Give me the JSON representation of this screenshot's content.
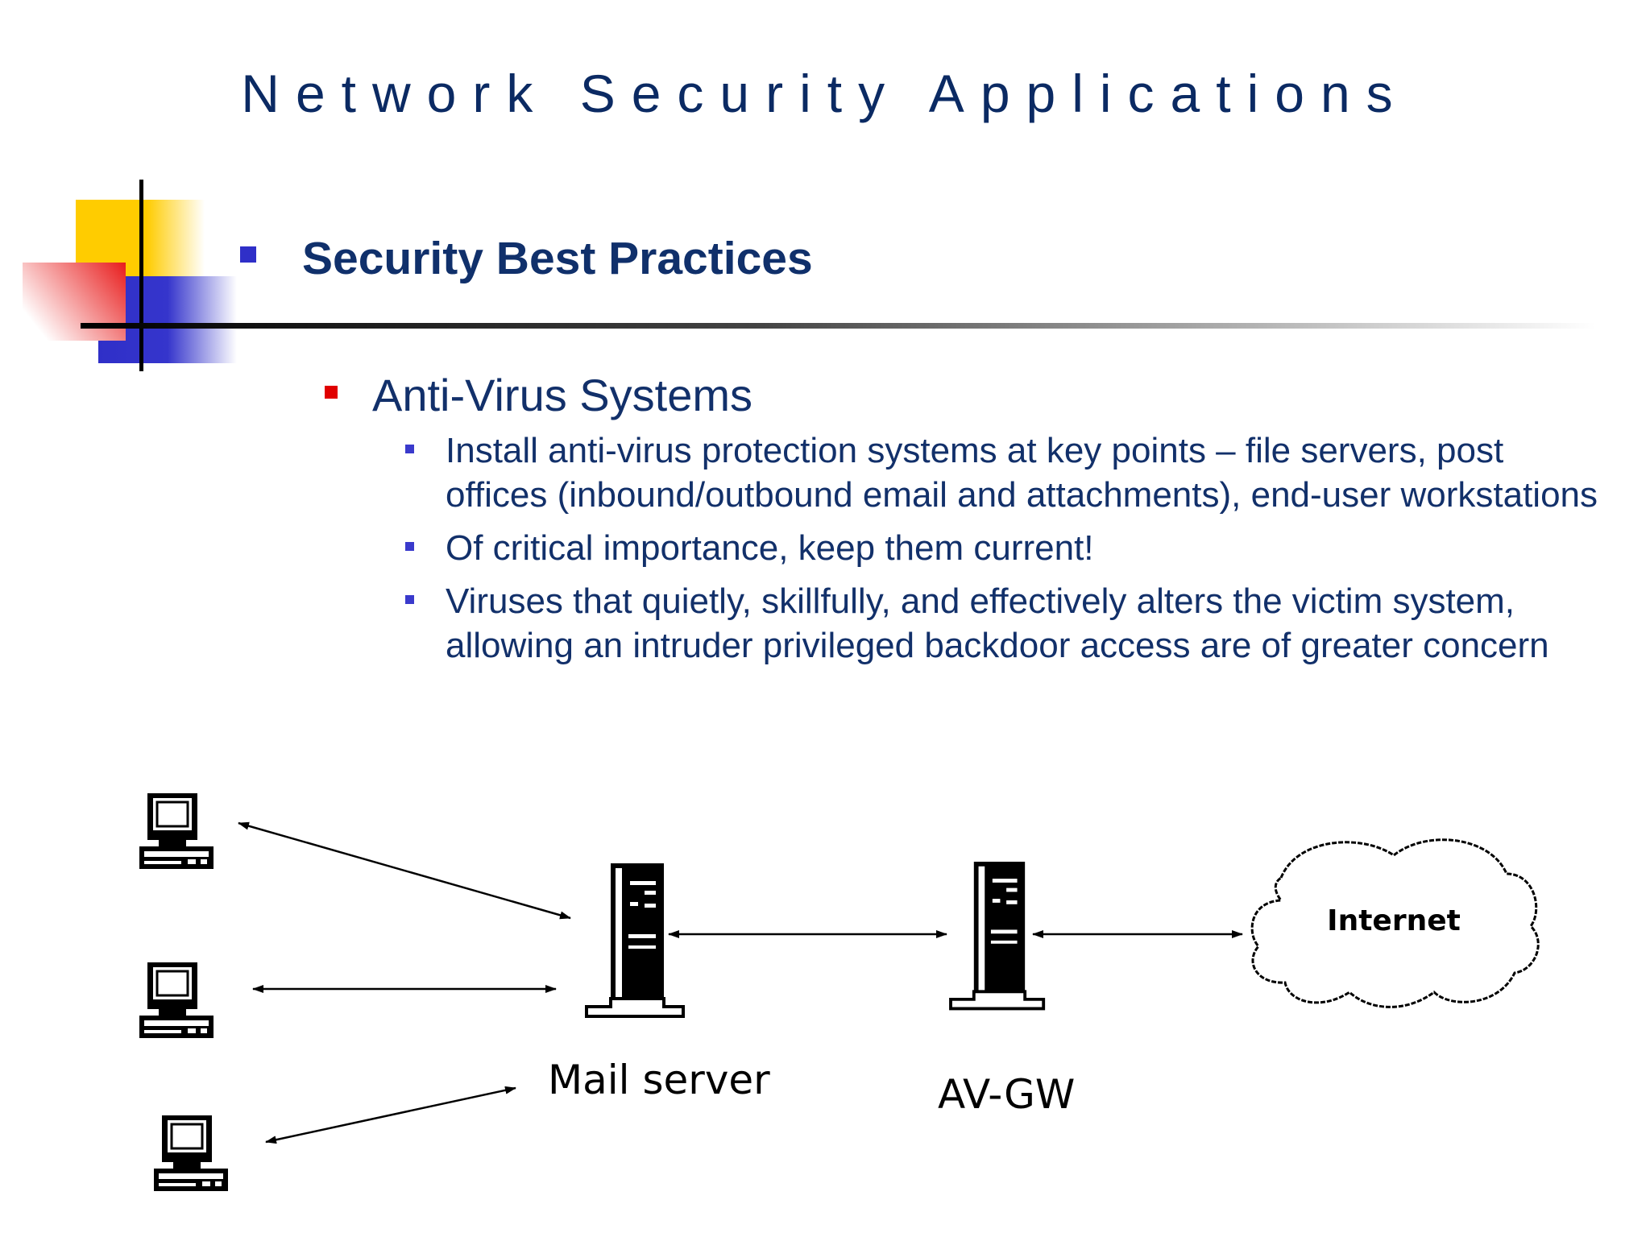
{
  "slide": {
    "title": "Network Security Applications",
    "section_heading": "Security Best Practices",
    "subsection_heading": "Anti-Virus Systems",
    "points": [
      "Install anti-virus protection systems at key points – file servers, post offices (inbound/outbound email and attachments), end-user workstations",
      "Of critical importance, keep them current!",
      "Viruses that quietly, skillfully, and effectively alters the victim system, allowing an intruder privileged backdoor access are of greater concern"
    ]
  },
  "diagram": {
    "mail_server_label": "Mail server",
    "gateway_label": "AV-GW",
    "internet_label": "Internet",
    "icons": {
      "workstation": "computer-icon",
      "server": "server-tower-icon",
      "internet": "cloud-icon"
    }
  },
  "colors": {
    "title": "#0b2a63",
    "text": "#12306a",
    "bullet_blue": "#2f2fc8",
    "bullet_red": "#e00000",
    "deco_yellow": "#ffcc00",
    "deco_red": "#ee2222",
    "deco_blue": "#3333cc"
  }
}
